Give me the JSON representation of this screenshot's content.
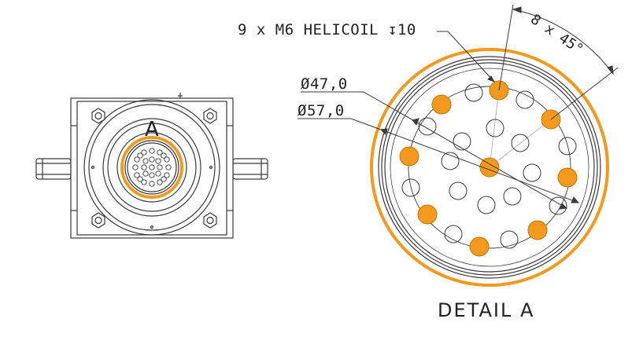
{
  "labels": {
    "helicoil": "9 x M6 HELICOIL ↧10",
    "angle": "8 x 45°",
    "dia_inner": "Ø47,0",
    "dia_outer": "Ø57,0",
    "view_letter": "A",
    "detail_title": "DETAIL A"
  },
  "colors": {
    "line": "#3a3a3a",
    "highlight": "#F39A1E",
    "highlight_stroke": "#c77708",
    "background": "#ffffff"
  },
  "holes": {
    "highlighted_count": 9,
    "pattern": "8 x 45° + center"
  }
}
